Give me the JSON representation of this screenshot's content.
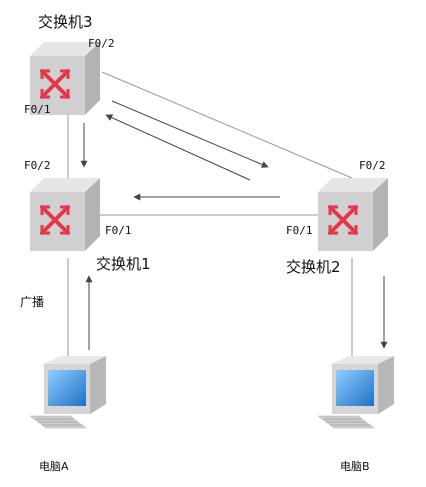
{
  "switches": {
    "s1": {
      "name": "交换机1"
    },
    "s2": {
      "name": "交换机2"
    },
    "s3": {
      "name": "交换机3"
    }
  },
  "ports": {
    "s3_f02": "F0/2",
    "s3_f01": "F0/1",
    "s1_f02": "F0/2",
    "s1_f01": "F0/1",
    "s2_f02": "F0/2",
    "s2_f01": "F0/1"
  },
  "pcs": {
    "pcA": {
      "name": "电脑A"
    },
    "pcB": {
      "name": "电脑B"
    }
  },
  "broadcast_label": "广播",
  "colors": {
    "switch_front": "#d0d0d0",
    "switch_side": "#b3b3b3",
    "switch_top": "#e6e6e6",
    "switch_icon": "#e5374c",
    "link": "#9a9a9a",
    "arrow": "#444444",
    "screen": "#2f86d6"
  }
}
